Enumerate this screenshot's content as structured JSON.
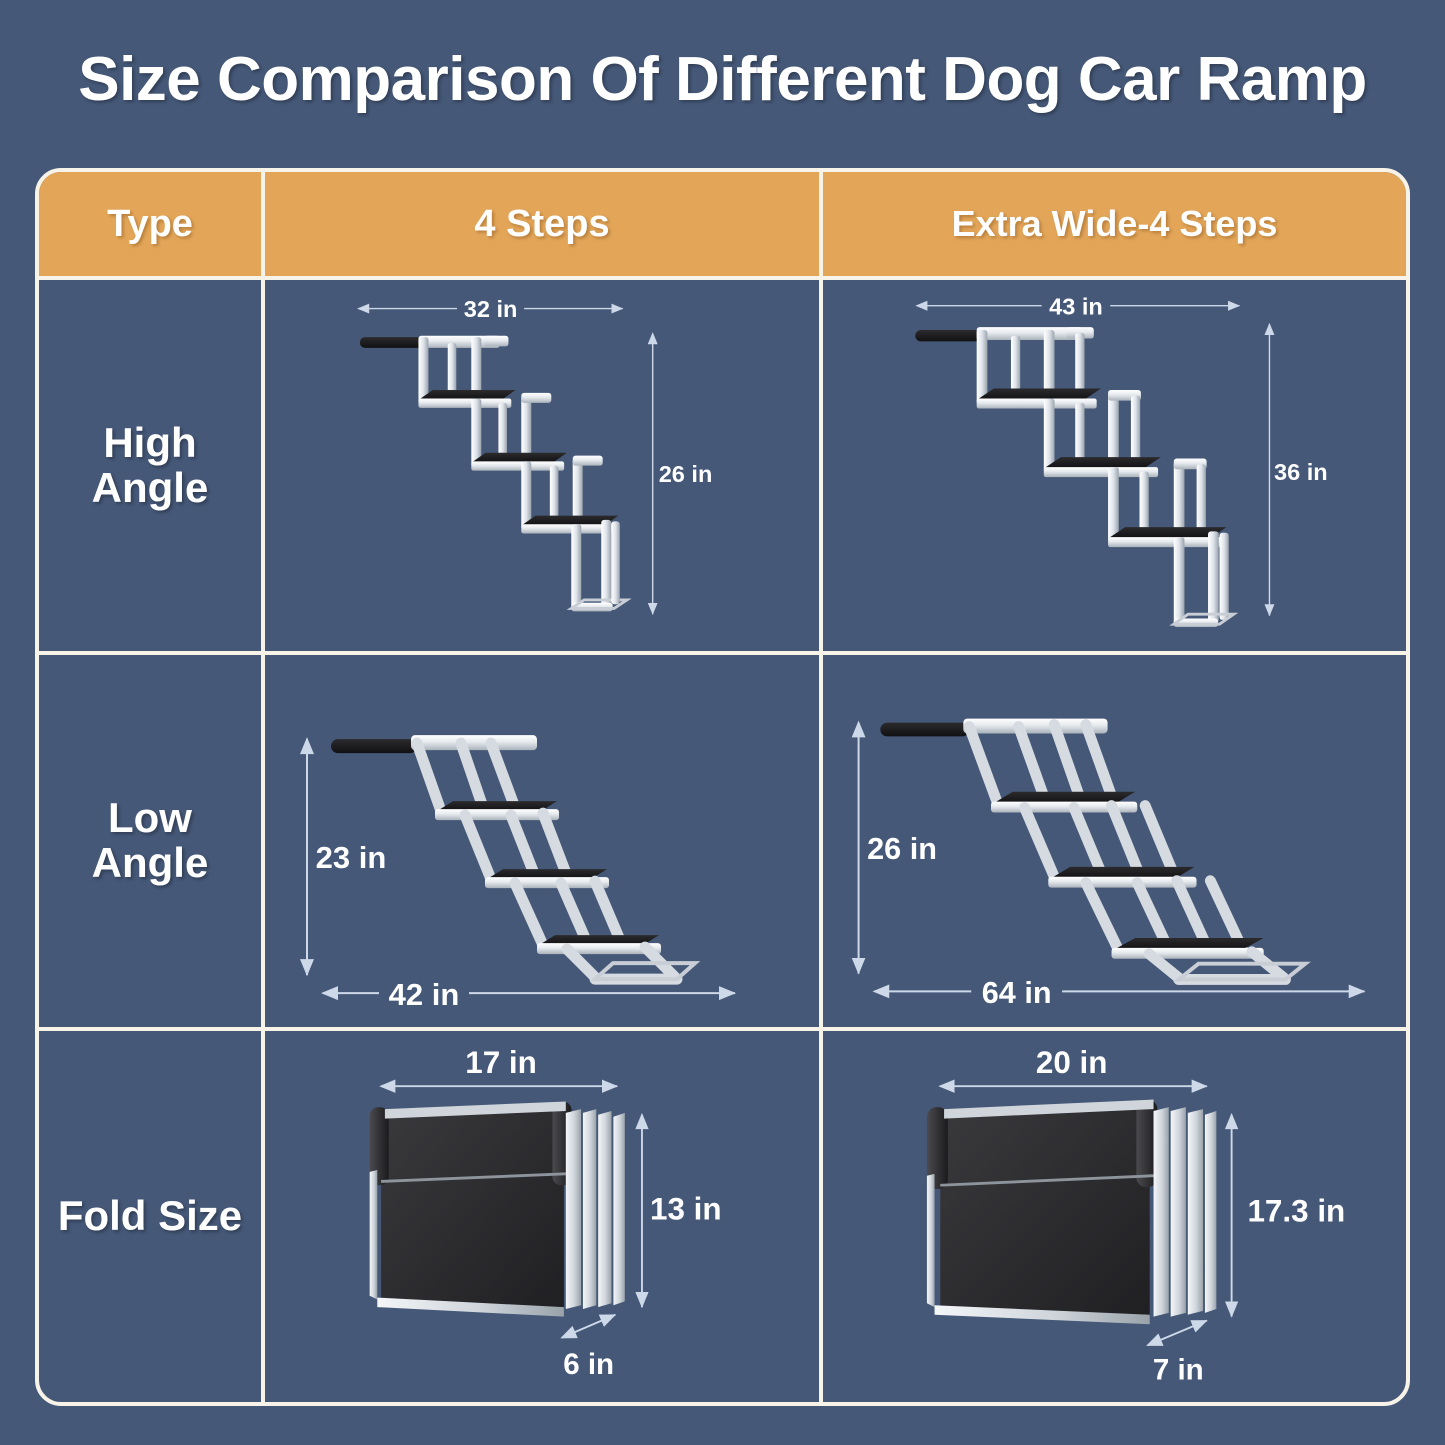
{
  "title": "Size Comparison Of Different Dog Car Ramp",
  "colors": {
    "background": "#455878",
    "header_fill": "#e3a659",
    "grid_line": "#f7f3e8",
    "text": "#ffffff",
    "metal": "#dfe3e8",
    "tread": "#1d1d1f",
    "dimension_line": "#cdd8e8"
  },
  "table": {
    "columns": [
      {
        "id": "type",
        "label": "Type"
      },
      {
        "id": "four_steps",
        "label": "4 Steps"
      },
      {
        "id": "extra_wide",
        "label": "Extra Wide-4 Steps"
      }
    ],
    "rows": [
      {
        "id": "high_angle",
        "label_line1": "High",
        "label_line2": "Angle",
        "cells": [
          {
            "column": "four_steps",
            "view": "stairs-high-angle",
            "dims": [
              {
                "name": "width",
                "value": "32 in",
                "orientation": "horizontal"
              },
              {
                "name": "height",
                "value": "26 in",
                "orientation": "vertical"
              }
            ]
          },
          {
            "column": "extra_wide",
            "view": "stairs-high-angle-wide",
            "dims": [
              {
                "name": "width",
                "value": "43 in",
                "orientation": "horizontal"
              },
              {
                "name": "height",
                "value": "36 in",
                "orientation": "vertical"
              }
            ]
          }
        ]
      },
      {
        "id": "low_angle",
        "label_line1": "Low",
        "label_line2": "Angle",
        "cells": [
          {
            "column": "four_steps",
            "view": "stairs-low-angle",
            "dims": [
              {
                "name": "height",
                "value": "23 in",
                "orientation": "vertical"
              },
              {
                "name": "length",
                "value": "42 in",
                "orientation": "horizontal"
              }
            ]
          },
          {
            "column": "extra_wide",
            "view": "stairs-low-angle-wide",
            "dims": [
              {
                "name": "height",
                "value": "26 in",
                "orientation": "vertical"
              },
              {
                "name": "length",
                "value": "64 in",
                "orientation": "horizontal"
              }
            ]
          }
        ]
      },
      {
        "id": "fold_size",
        "label_line1": "Fold Size",
        "label_line2": "",
        "cells": [
          {
            "column": "four_steps",
            "view": "folded-pack",
            "dims": [
              {
                "name": "width",
                "value": "17 in",
                "orientation": "horizontal"
              },
              {
                "name": "height",
                "value": "13 in",
                "orientation": "vertical"
              },
              {
                "name": "depth",
                "value": "6 in",
                "orientation": "diagonal"
              }
            ]
          },
          {
            "column": "extra_wide",
            "view": "folded-pack-wide",
            "dims": [
              {
                "name": "width",
                "value": "20 in",
                "orientation": "horizontal"
              },
              {
                "name": "height",
                "value": "17.3 in",
                "orientation": "vertical"
              },
              {
                "name": "depth",
                "value": "7 in",
                "orientation": "diagonal"
              }
            ]
          }
        ]
      }
    ]
  },
  "dimensions": {
    "high_angle_4steps": {
      "width": "32 in",
      "height": "26 in"
    },
    "high_angle_wide": {
      "width": "43 in",
      "height": "36 in"
    },
    "low_angle_4steps": {
      "height": "23 in",
      "length": "42 in"
    },
    "low_angle_wide": {
      "height": "26 in",
      "length": "64 in"
    },
    "fold_4steps": {
      "width": "17 in",
      "height": "13 in",
      "depth": "6 in"
    },
    "fold_wide": {
      "width": "20 in",
      "height": "17.3 in",
      "depth": "7 in"
    }
  }
}
